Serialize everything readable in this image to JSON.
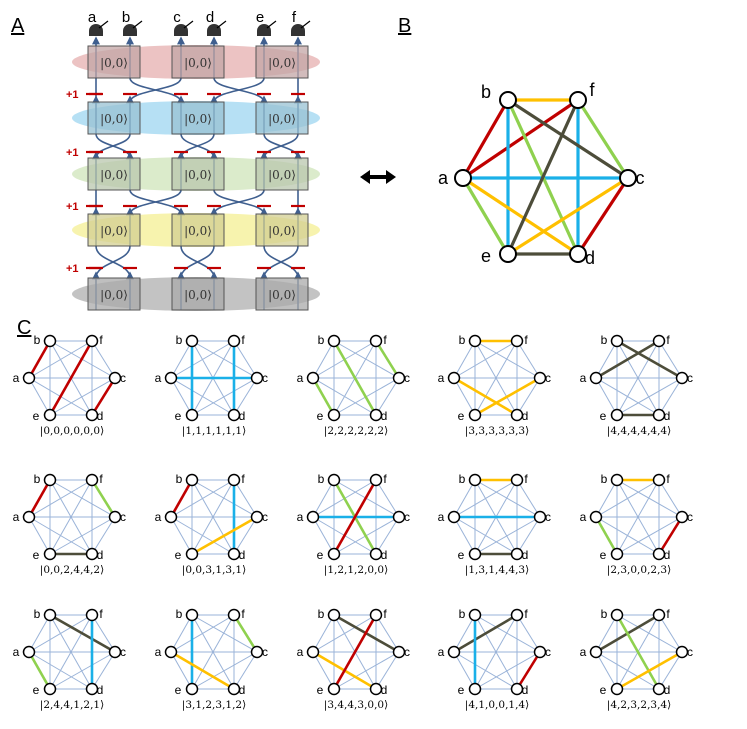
{
  "panels": {
    "a": {
      "label": "A"
    },
    "b": {
      "label": "B"
    },
    "c": {
      "label": "C"
    }
  },
  "detectors": [
    "a",
    "b",
    "c",
    "d",
    "e",
    "f"
  ],
  "source_state": "|0,0⟩",
  "shift_label": "+1",
  "rows": 5,
  "row_colors": [
    "#e9b9b9",
    "#a9dbf2",
    "#d5e8c2",
    "#f6f1a0",
    "#b8b8b8"
  ],
  "box_colors": [
    "#c3a5a5",
    "#98c1d3",
    "#b9c7ad",
    "#d3cf91",
    "#a9a9a9"
  ],
  "vertices": [
    "a",
    "b",
    "c",
    "d",
    "e",
    "f"
  ],
  "edge_colors": [
    "#c00000",
    "#1ab0e8",
    "#8fd14f",
    "#ffc000",
    "#4d4d3a"
  ],
  "big_graph_edges": [
    {
      "u": "a",
      "v": "b",
      "mode": 0
    },
    {
      "u": "a",
      "v": "f",
      "mode": 0
    },
    {
      "u": "c",
      "v": "d",
      "mode": 0
    },
    {
      "u": "b",
      "v": "e",
      "mode": 1
    },
    {
      "u": "f",
      "v": "d",
      "mode": 1
    },
    {
      "u": "a",
      "v": "c",
      "mode": 1
    },
    {
      "u": "a",
      "v": "e",
      "mode": 2
    },
    {
      "u": "f",
      "v": "c",
      "mode": 2
    },
    {
      "u": "b",
      "v": "d",
      "mode": 2
    },
    {
      "u": "b",
      "v": "f",
      "mode": 3
    },
    {
      "u": "e",
      "v": "c",
      "mode": 3
    },
    {
      "u": "a",
      "v": "d",
      "mode": 3
    },
    {
      "u": "b",
      "v": "c",
      "mode": 4
    },
    {
      "u": "f",
      "v": "e",
      "mode": 4
    },
    {
      "u": "e",
      "v": "d",
      "mode": 4
    }
  ],
  "matchings": [
    {
      "state": "|0,0,0,0,0,0⟩",
      "edges": [
        [
          "a",
          "b",
          0
        ],
        [
          "e",
          "f",
          0
        ],
        [
          "c",
          "d",
          0
        ]
      ]
    },
    {
      "state": "|1,1,1,1,1,1⟩",
      "edges": [
        [
          "b",
          "e",
          1
        ],
        [
          "f",
          "d",
          1
        ],
        [
          "a",
          "c",
          1
        ]
      ]
    },
    {
      "state": "|2,2,2,2,2,2⟩",
      "edges": [
        [
          "a",
          "e",
          2
        ],
        [
          "b",
          "d",
          2
        ],
        [
          "f",
          "c",
          2
        ]
      ]
    },
    {
      "state": "|3,3,3,3,3,3⟩",
      "edges": [
        [
          "b",
          "f",
          3
        ],
        [
          "a",
          "d",
          3
        ],
        [
          "e",
          "c",
          3
        ]
      ]
    },
    {
      "state": "|4,4,4,4,4,4⟩",
      "edges": [
        [
          "a",
          "f",
          4
        ],
        [
          "b",
          "c",
          4
        ],
        [
          "e",
          "d",
          4
        ]
      ]
    },
    {
      "state": "|0,0,2,4,4,2⟩",
      "edges": [
        [
          "a",
          "b",
          0
        ],
        [
          "f",
          "c",
          2
        ],
        [
          "e",
          "d",
          4
        ]
      ]
    },
    {
      "state": "|0,0,3,1,3,1⟩",
      "edges": [
        [
          "a",
          "b",
          0
        ],
        [
          "f",
          "d",
          1
        ],
        [
          "e",
          "c",
          3
        ]
      ]
    },
    {
      "state": "|1,2,1,2,0,0⟩",
      "edges": [
        [
          "a",
          "c",
          1
        ],
        [
          "b",
          "d",
          2
        ],
        [
          "e",
          "f",
          0
        ]
      ]
    },
    {
      "state": "|1,3,1,4,4,3⟩",
      "edges": [
        [
          "a",
          "c",
          1
        ],
        [
          "b",
          "f",
          3
        ],
        [
          "e",
          "d",
          4
        ]
      ]
    },
    {
      "state": "|2,3,0,0,2,3⟩",
      "edges": [
        [
          "b",
          "f",
          3
        ],
        [
          "a",
          "e",
          2
        ],
        [
          "c",
          "d",
          0
        ]
      ]
    },
    {
      "state": "|2,4,4,1,2,1⟩",
      "edges": [
        [
          "a",
          "e",
          2
        ],
        [
          "b",
          "c",
          4
        ],
        [
          "f",
          "d",
          1
        ]
      ]
    },
    {
      "state": "|3,1,2,3,1,2⟩",
      "edges": [
        [
          "b",
          "e",
          1
        ],
        [
          "f",
          "c",
          2
        ],
        [
          "a",
          "d",
          3
        ]
      ]
    },
    {
      "state": "|3,4,4,3,0,0⟩",
      "edges": [
        [
          "b",
          "c",
          4
        ],
        [
          "a",
          "d",
          3
        ],
        [
          "e",
          "f",
          0
        ]
      ]
    },
    {
      "state": "|4,1,0,0,1,4⟩",
      "edges": [
        [
          "a",
          "f",
          4
        ],
        [
          "b",
          "e",
          1
        ],
        [
          "c",
          "d",
          0
        ]
      ]
    },
    {
      "state": "|4,2,3,2,3,4⟩",
      "edges": [
        [
          "a",
          "f",
          4
        ],
        [
          "b",
          "d",
          2
        ],
        [
          "e",
          "c",
          3
        ]
      ]
    }
  ]
}
